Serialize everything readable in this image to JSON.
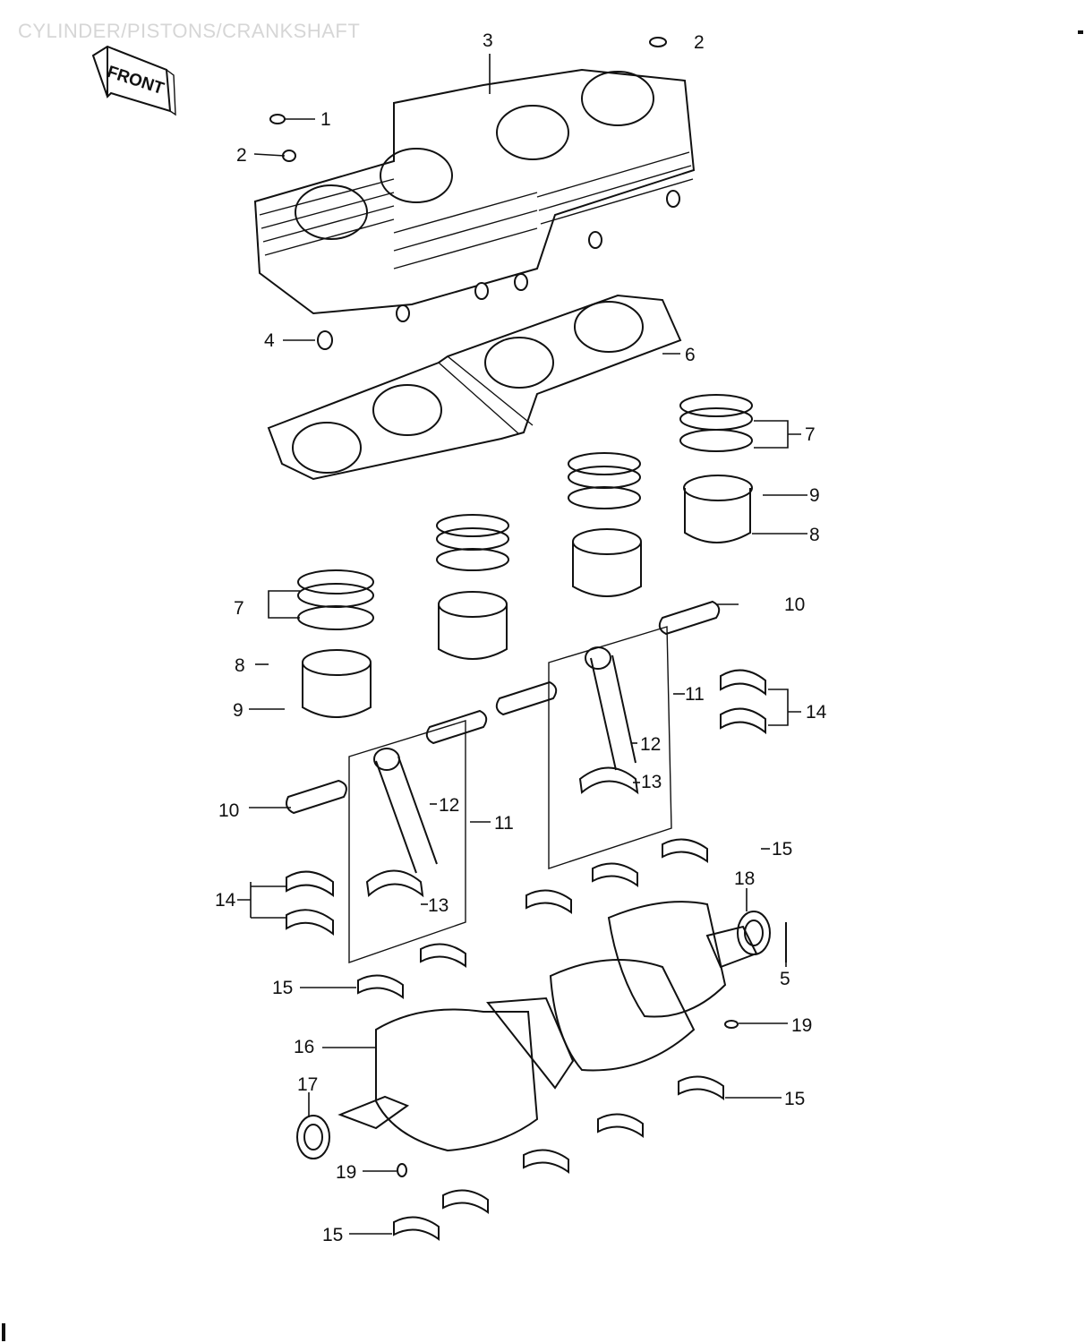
{
  "header": {
    "title": "CYLINDER/PISTONS/CRANKSHAFT"
  },
  "badge": {
    "front_label": "FRONT"
  },
  "callouts": [
    {
      "id": "c1",
      "text": "1"
    },
    {
      "id": "c2",
      "text": "2"
    },
    {
      "id": "c2b",
      "text": "2"
    },
    {
      "id": "c3",
      "text": "3"
    },
    {
      "id": "c4",
      "text": "4"
    },
    {
      "id": "c5",
      "text": "5"
    },
    {
      "id": "c6",
      "text": "6"
    },
    {
      "id": "c7a",
      "text": "7"
    },
    {
      "id": "c7b",
      "text": "7"
    },
    {
      "id": "c8a",
      "text": "8"
    },
    {
      "id": "c8b",
      "text": "8"
    },
    {
      "id": "c9a",
      "text": "9"
    },
    {
      "id": "c9b",
      "text": "9"
    },
    {
      "id": "c10a",
      "text": "10"
    },
    {
      "id": "c10b",
      "text": "10"
    },
    {
      "id": "c11a",
      "text": "11"
    },
    {
      "id": "c11b",
      "text": "11"
    },
    {
      "id": "c12a",
      "text": "12"
    },
    {
      "id": "c12b",
      "text": "12"
    },
    {
      "id": "c13a",
      "text": "13"
    },
    {
      "id": "c13b",
      "text": "13"
    },
    {
      "id": "c14a",
      "text": "14"
    },
    {
      "id": "c14b",
      "text": "14"
    },
    {
      "id": "c15a",
      "text": "15"
    },
    {
      "id": "c15b",
      "text": "15"
    },
    {
      "id": "c15c",
      "text": "15"
    },
    {
      "id": "c15d",
      "text": "15"
    },
    {
      "id": "c16",
      "text": "16"
    },
    {
      "id": "c17",
      "text": "17"
    },
    {
      "id": "c18",
      "text": "18"
    },
    {
      "id": "c19a",
      "text": "19"
    },
    {
      "id": "c19b",
      "text": "19"
    }
  ]
}
